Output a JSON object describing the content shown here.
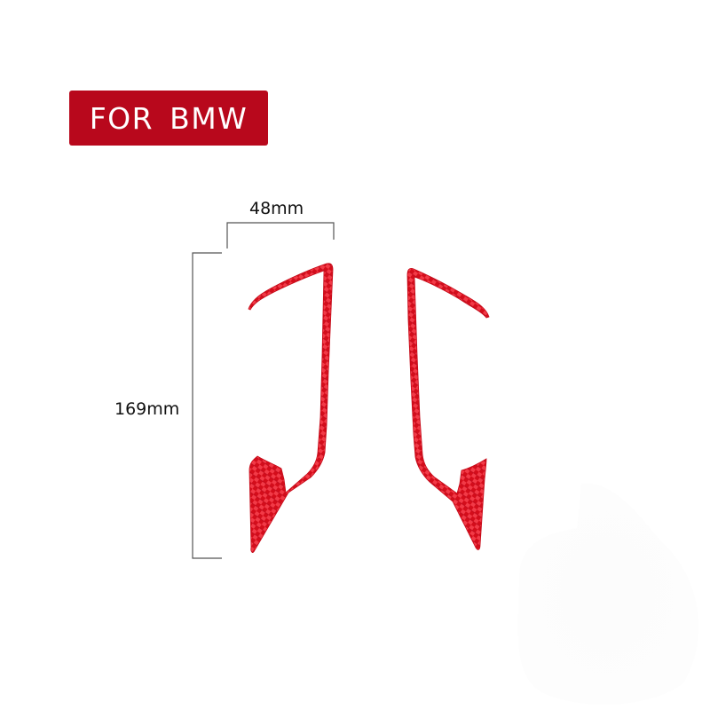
{
  "badge": {
    "text": "FOR BMW",
    "background_color": "#b8081c",
    "text_color": "#ffffff"
  },
  "dimensions": {
    "width_label": "48mm",
    "height_label": "169mm",
    "line_color": "#555555"
  },
  "product": {
    "parts": [
      {
        "name": "left-trim-piece",
        "color": "#e0101e",
        "material": "carbon-fiber"
      },
      {
        "name": "right-trim-piece",
        "color": "#e0101e",
        "material": "carbon-fiber"
      }
    ]
  }
}
